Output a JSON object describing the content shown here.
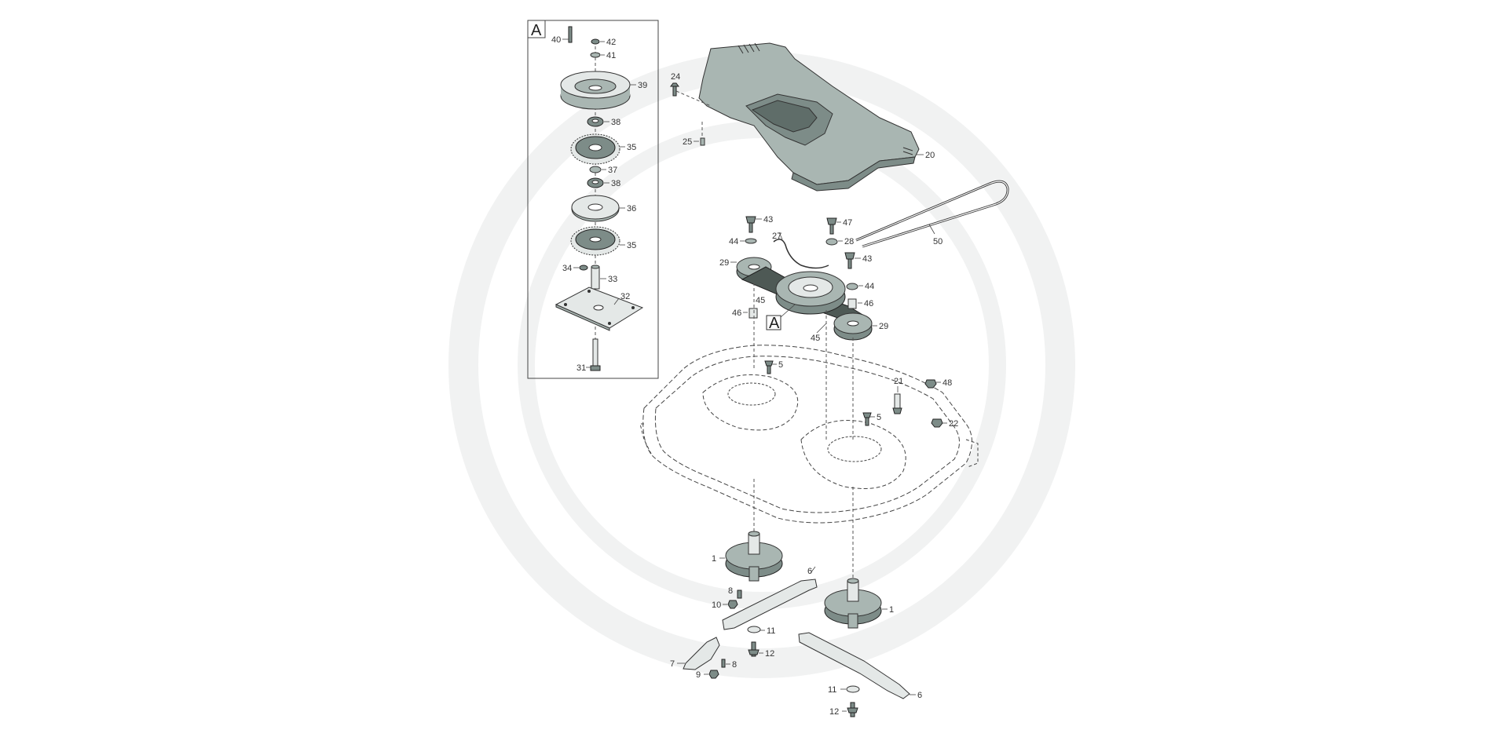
{
  "diagram": {
    "callout_box": "A",
    "callout_box_deck": "A",
    "parts": {
      "p40": "40",
      "p42": "42",
      "p41": "41",
      "p39": "39",
      "p38a": "38",
      "p35a": "35",
      "p37": "37",
      "p38b": "38",
      "p36": "36",
      "p35b": "35",
      "p34": "34",
      "p33": "33",
      "p32": "32",
      "p31": "31",
      "p24": "24",
      "p25": "25",
      "p20": "20",
      "p43a": "43",
      "p44a": "44",
      "p27": "27",
      "p29a": "29",
      "p47": "47",
      "p28": "28",
      "p43b": "43",
      "p50": "50",
      "p44b": "44",
      "p45a": "45",
      "p46a": "46",
      "p46b": "46",
      "p29b": "29",
      "p45b": "45",
      "p5a": "5",
      "p21": "21",
      "p48": "48",
      "p5b": "5",
      "p22": "22",
      "p1a": "1",
      "p6a": "6",
      "p8a": "8",
      "p10": "10",
      "p11a": "11",
      "p12a": "12",
      "p7": "7",
      "p8b": "8",
      "p9": "9",
      "p1b": "1",
      "p11b": "11",
      "p6b": "6",
      "p12b": "12"
    }
  }
}
